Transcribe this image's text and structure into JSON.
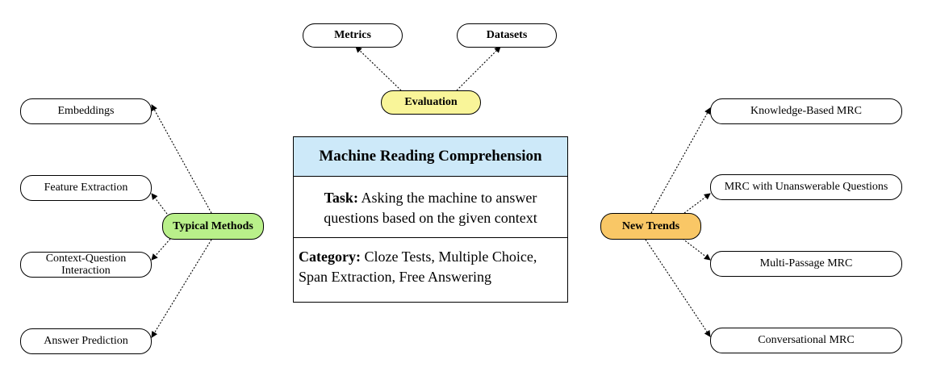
{
  "center": {
    "title": "Machine Reading Comprehension",
    "task_label": "Task:",
    "task_text": " Asking the machine to answer questions based on the given context",
    "category_label": "Category:",
    "category_text": " Cloze Tests, Multiple Choice, Span Extraction, Free Answering"
  },
  "evaluation": {
    "hub": "Evaluation",
    "children": [
      "Metrics",
      "Datasets"
    ],
    "hub_color": "#f9f599"
  },
  "typical_methods": {
    "hub": "Typical Methods",
    "children": [
      "Embeddings",
      "Feature Extraction",
      "Context-Question\nInteraction",
      "Answer Prediction"
    ],
    "hub_color": "#b9f08a"
  },
  "new_trends": {
    "hub": "New Trends",
    "children": [
      "Knowledge-Based MRC",
      "MRC with Unanswerable Questions",
      "Multi-Passage MRC",
      "Conversational MRC"
    ],
    "hub_color": "#f9c766"
  },
  "title_fill": "#cde9f9"
}
